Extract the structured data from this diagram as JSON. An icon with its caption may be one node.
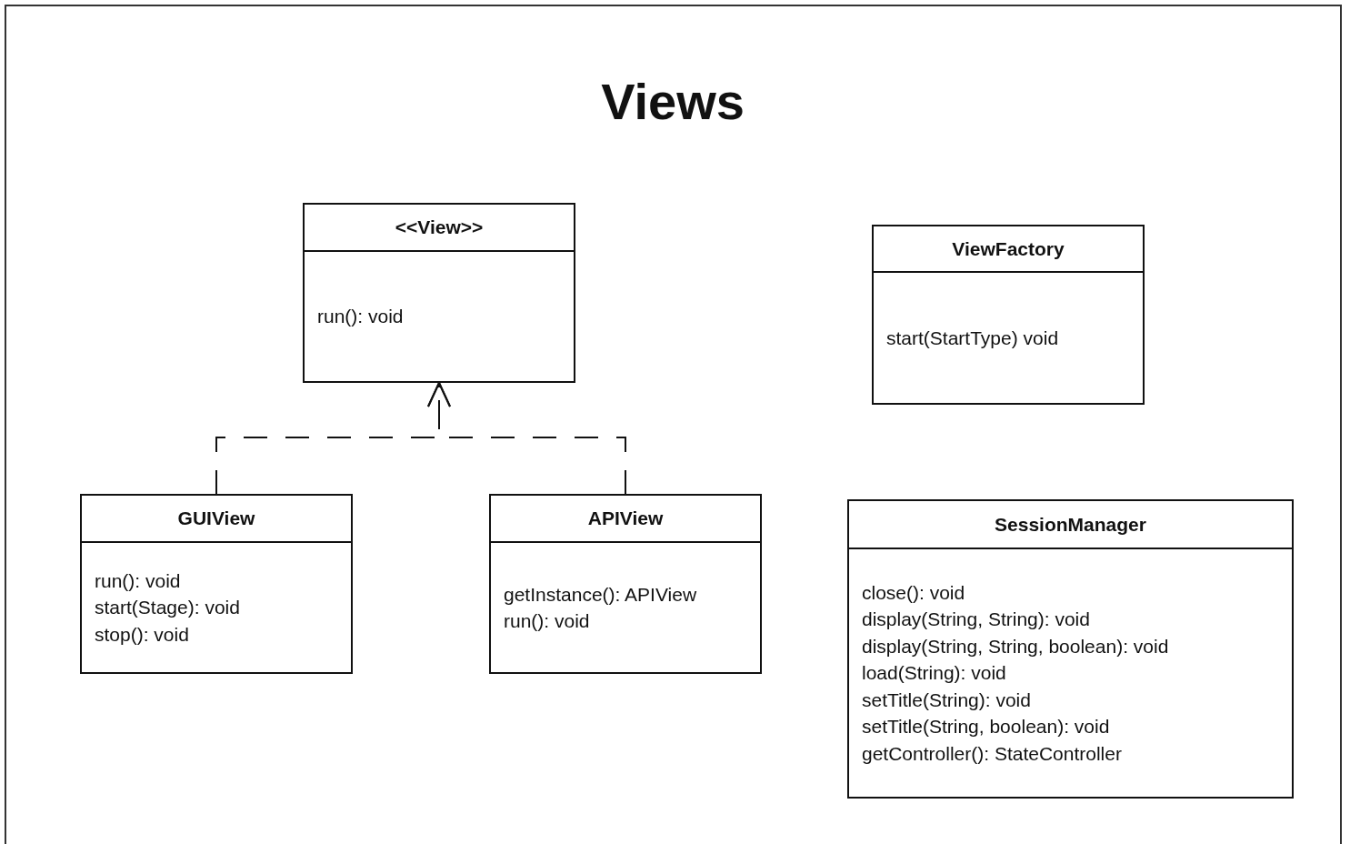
{
  "diagram": {
    "title": "Views",
    "nodes": [
      {
        "text": [
          "<<View>>",
          "run(): void"
        ]
      },
      {
        "text": [
          "ViewFactory",
          "start(StartType) void"
        ]
      },
      {
        "text": [
          "GUIView",
          "run(): void",
          "start(Stage): void",
          "stop(): void"
        ]
      },
      {
        "text": [
          "APIView",
          "getInstance(): APIView",
          "run(): void"
        ]
      },
      {
        "text": [
          "SessionManager",
          "close(): void",
          "display(String, String): void",
          "display(String, String, boolean): void",
          "load(String): void",
          "setTitle(String): void",
          "setTitle(String, boolean): void",
          "getController(): StateController"
        ]
      }
    ],
    "edges": [
      {
        "from": 2,
        "to": 0,
        "arrow": "to",
        "style": "dashed"
      },
      {
        "from": 3,
        "to": 0,
        "arrow": "to",
        "style": "dashed"
      }
    ]
  }
}
